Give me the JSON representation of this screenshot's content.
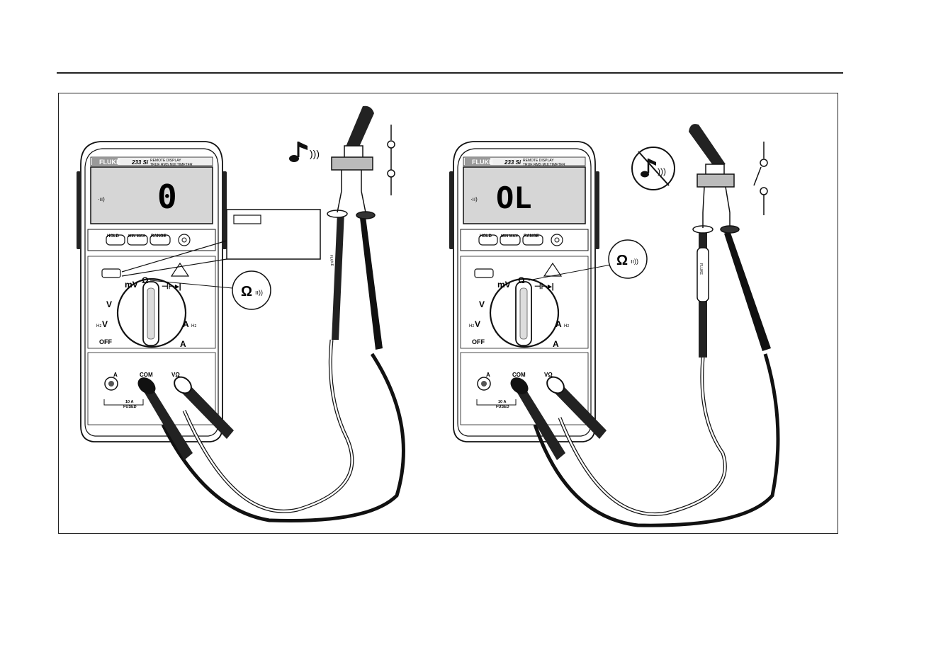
{
  "figure": {
    "left_panel": {
      "brand": "FLUKE",
      "model": "233 Si",
      "subtitle_line1": "REMOTE DISPLAY",
      "subtitle_line2": "TRUE RMS MULTIMETER",
      "display_reading": "0",
      "buttons": [
        "HOLD",
        "MIN MAX",
        "RANGE"
      ],
      "dial_labels": {
        "mv": "mV",
        "v_dc": "V",
        "v_ac": "V",
        "hz": "Hz",
        "off": "OFF",
        "ohm": "Ω",
        "a_ac": "A",
        "a_hz": "Hz",
        "a_dc": "A"
      },
      "jack_labels": {
        "a": "A",
        "com": "COM",
        "v_ohm": "VΩ",
        "fused_top": "10 A",
        "fused_bottom": "FUSED"
      },
      "callout_symbol": "Ω",
      "probe_label": "FLUKE"
    },
    "right_panel": {
      "brand": "FLUKE",
      "model": "233 Si",
      "subtitle_line1": "REMOTE DISPLAY",
      "subtitle_line2": "TRUE RMS MULTIMETER",
      "display_reading": "OL",
      "buttons": [
        "HOLD",
        "MIN MAX",
        "RANGE"
      ],
      "dial_labels": {
        "mv": "mV",
        "v_dc": "V",
        "v_ac": "V",
        "hz": "Hz",
        "off": "OFF",
        "ohm": "Ω",
        "a_ac": "A",
        "a_hz": "Hz",
        "a_dc": "A"
      },
      "jack_labels": {
        "a": "A",
        "com": "COM",
        "v_ohm": "VΩ",
        "fused_top": "10 A",
        "fused_bottom": "FUSED"
      },
      "callout_symbol": "Ω",
      "probe_label": "FLUKE"
    },
    "icons": {
      "beep": "music-note-sound-icon",
      "no_beep": "music-note-crossed-icon",
      "switch": "switch-symbol-icon"
    }
  }
}
